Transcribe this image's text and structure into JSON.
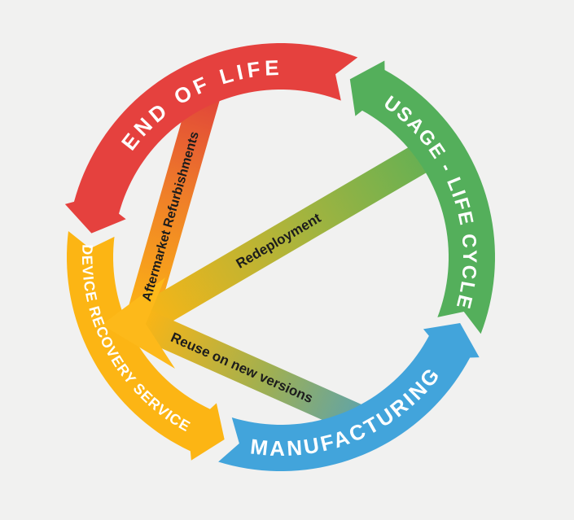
{
  "background": "#F1F1F0",
  "diagram": {
    "title": "device-lifecycle-diagram",
    "arcs": [
      {
        "id": "end-of-life",
        "label": "END OF LIFE",
        "color": "#E5413E"
      },
      {
        "id": "usage-life-cycle",
        "label": "USAGE - LIFE CYCLE",
        "color": "#54AF5B"
      },
      {
        "id": "manufacturing",
        "label": "MANUFACTURING",
        "color": "#42A4DB"
      },
      {
        "id": "device-recovery-service",
        "label": "DEVICE RECOVERY SERVICE",
        "color": "#FCB514"
      }
    ],
    "flows": [
      {
        "id": "aftermarket-refurbishments",
        "label": "Aftermarket Refurbishments",
        "from": "end-of-life",
        "to": "device-recovery-service",
        "gradient": [
          "#E0413B",
          "#EF7F28",
          "#FCB514"
        ]
      },
      {
        "id": "redeployment",
        "label": "Redeployment",
        "from": "usage-life-cycle",
        "to": "device-recovery-service",
        "gradient": [
          "#63B054",
          "#AAB43C",
          "#FCB514"
        ]
      },
      {
        "id": "reuse-on-new-versions",
        "label": "Reuse on new versions",
        "from": "manufacturing",
        "to": "device-recovery-service",
        "gradient": [
          "#57A2B4",
          "#A2B04F",
          "#FCB514"
        ]
      }
    ],
    "hub_arrow_color": "#FDB91A",
    "arc_label_color": "#FFFFFF",
    "flow_label_color": "#1C1C1C"
  }
}
